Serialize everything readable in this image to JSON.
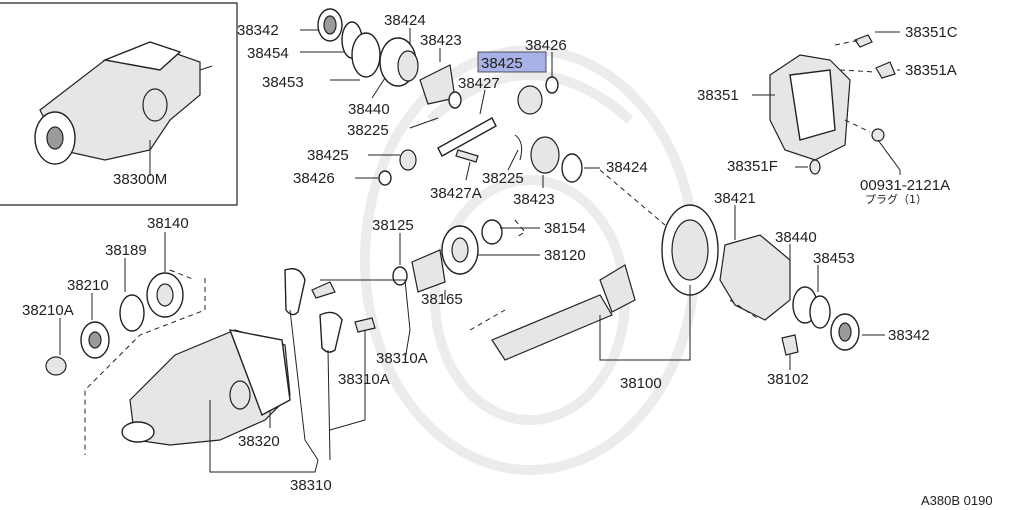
{
  "diagram": {
    "highlight_color": "#a9b2e6",
    "inset_label": "38300M",
    "reference_code": "A380B 0190",
    "labels": [
      {
        "id": "38342-top",
        "text": "38342"
      },
      {
        "id": "38454",
        "text": "38454"
      },
      {
        "id": "38453-top",
        "text": "38453"
      },
      {
        "id": "38424-top",
        "text": "38424"
      },
      {
        "id": "38423-top",
        "text": "38423"
      },
      {
        "id": "38440-top",
        "text": "38440"
      },
      {
        "id": "38225-left",
        "text": "38225"
      },
      {
        "id": "38427",
        "text": "38427"
      },
      {
        "id": "38425-highlight",
        "text": "38425",
        "highlighted": true
      },
      {
        "id": "38426-top",
        "text": "38426"
      },
      {
        "id": "38425-mid",
        "text": "38425"
      },
      {
        "id": "38426-mid",
        "text": "38426"
      },
      {
        "id": "38427A",
        "text": "38427A"
      },
      {
        "id": "38225-right",
        "text": "38225"
      },
      {
        "id": "38423-mid",
        "text": "38423"
      },
      {
        "id": "38424-mid",
        "text": "38424"
      },
      {
        "id": "38351C",
        "text": "38351C"
      },
      {
        "id": "38351A",
        "text": "38351A"
      },
      {
        "id": "38351",
        "text": "38351"
      },
      {
        "id": "38351F",
        "text": "38351F"
      },
      {
        "id": "00931-2121A",
        "text": "00931-2121A"
      },
      {
        "id": "plug-note",
        "text": "プラグ（1）"
      },
      {
        "id": "38140",
        "text": "38140"
      },
      {
        "id": "38189",
        "text": "38189"
      },
      {
        "id": "38210",
        "text": "38210"
      },
      {
        "id": "38210A",
        "text": "38210A"
      },
      {
        "id": "38125",
        "text": "38125"
      },
      {
        "id": "38154",
        "text": "38154"
      },
      {
        "id": "38120",
        "text": "38120"
      },
      {
        "id": "38165",
        "text": "38165"
      },
      {
        "id": "38421",
        "text": "38421"
      },
      {
        "id": "38440-right",
        "text": "38440"
      },
      {
        "id": "38453-right",
        "text": "38453"
      },
      {
        "id": "38342-right",
        "text": "38342"
      },
      {
        "id": "38310A-1",
        "text": "38310A"
      },
      {
        "id": "38310A-2",
        "text": "38310A"
      },
      {
        "id": "38320",
        "text": "38320"
      },
      {
        "id": "38310",
        "text": "38310"
      },
      {
        "id": "38100",
        "text": "38100"
      },
      {
        "id": "38102",
        "text": "38102"
      }
    ]
  }
}
